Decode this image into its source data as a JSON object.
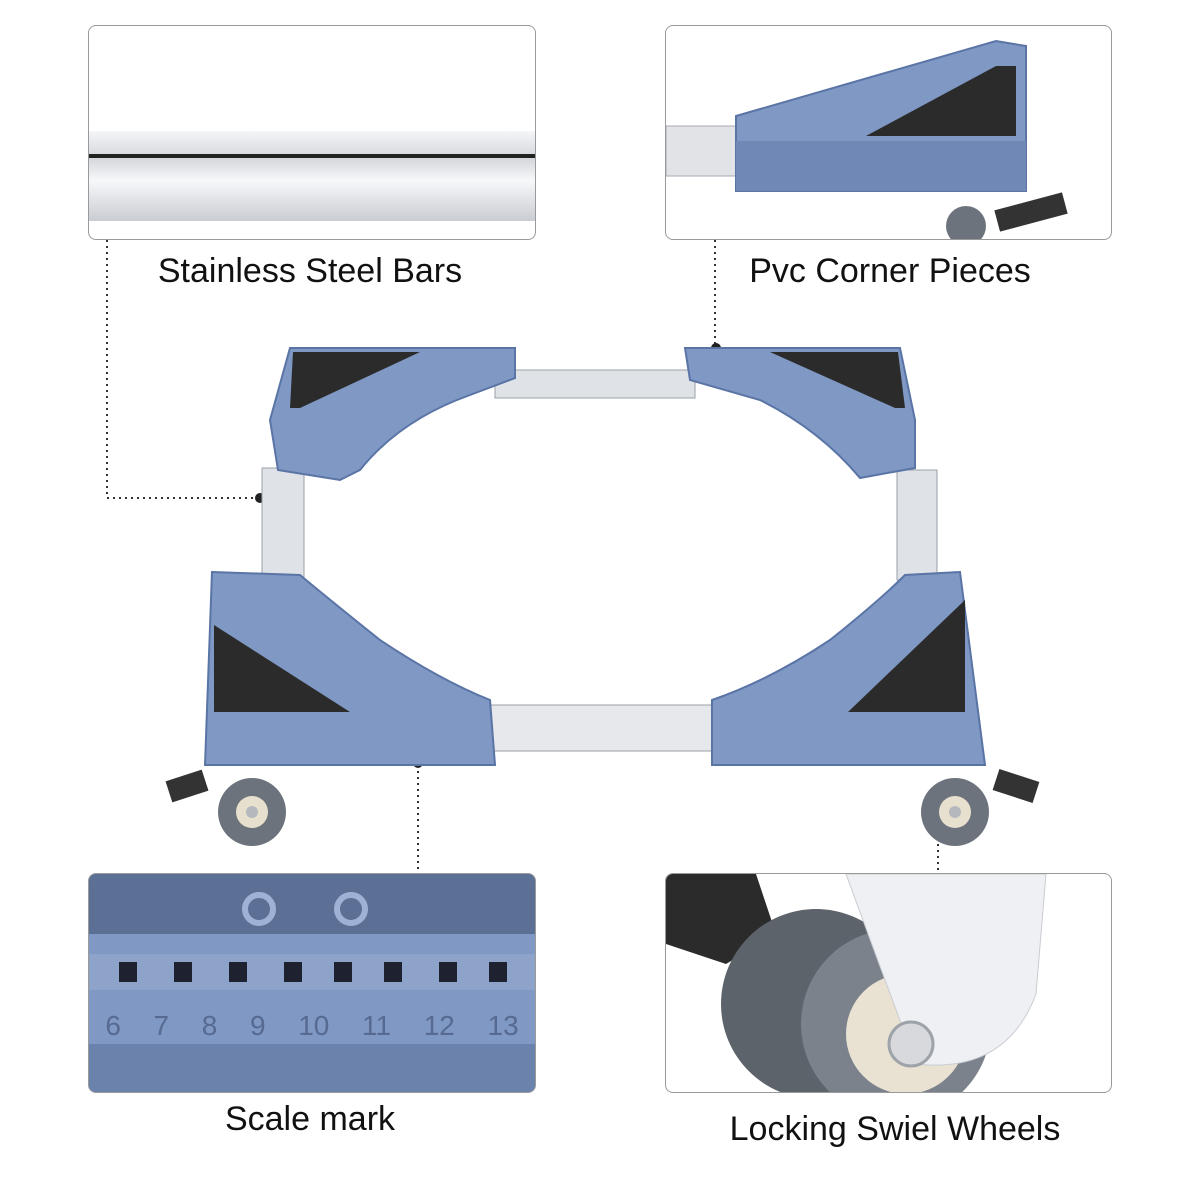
{
  "captions": {
    "bars": "Stainless Steel Bars",
    "corner": "Pvc Corner Pieces",
    "scale": "Scale mark",
    "wheels": "Locking Swiel Wheels"
  },
  "scale_numbers": [
    "6",
    "7",
    "8",
    "9",
    "10",
    "11",
    "12",
    "13"
  ],
  "colors": {
    "plastic_blue": "#7f98c4",
    "plastic_dark": "#5a74a6",
    "pad_black": "#2b2b2b",
    "steel": "#d9dde3",
    "wheel_gray": "#6d737c",
    "leader_line": "#333333"
  }
}
